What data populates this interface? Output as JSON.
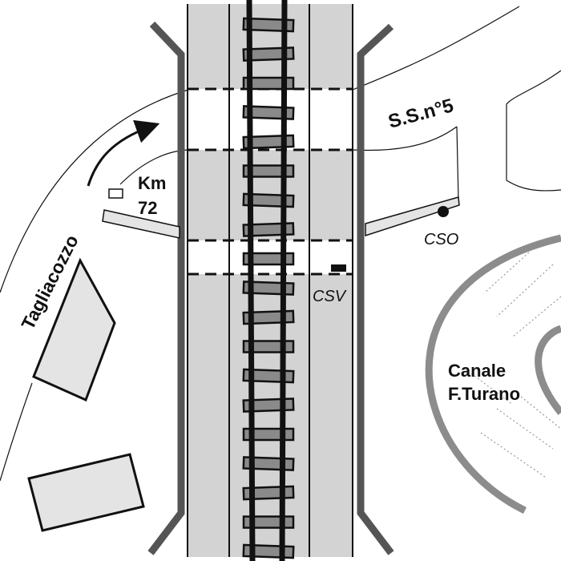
{
  "labels": {
    "tagliacozzo": "Tagliacozzo",
    "km_line1": "Km",
    "km_line2": "72",
    "road": "S.S.n°5",
    "cso": "CSO",
    "csv": "CSV",
    "canal_line1": "Canale",
    "canal_line2": "F.Turano"
  },
  "colors": {
    "rail_band": "#d3d3d3",
    "sleeper": "#8a8a8a",
    "rail": "#111111",
    "parapet": "#555555",
    "building_fill": "#e4e4e4",
    "canal": "#8c8c8c",
    "road_strip": "#e4e4e4"
  },
  "icons": {
    "direction": "arrow-right-icon",
    "sensor": "dot-icon"
  }
}
